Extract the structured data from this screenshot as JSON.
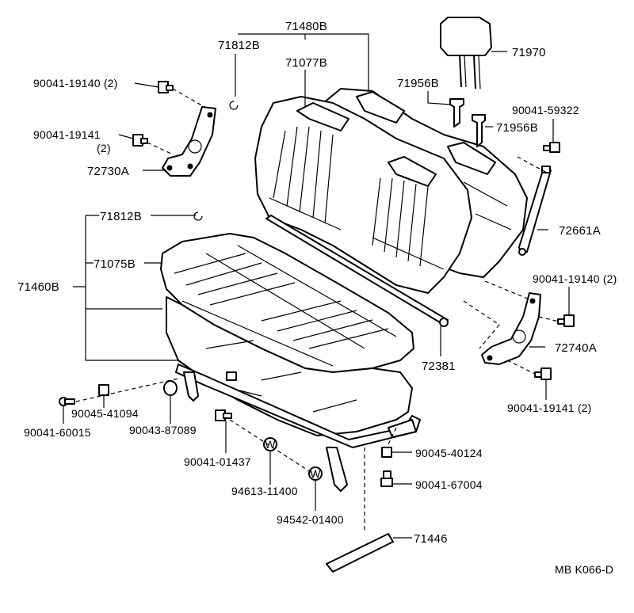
{
  "diagram": {
    "code": "MB K066-D",
    "labels": {
      "l71480B": "71480B",
      "l71812B_top": "71812B",
      "l71077B": "71077B",
      "l71970": "71970",
      "l71956B_a": "71956B",
      "l71956B_b": "71956B",
      "l90041_59322": "90041-59322",
      "l90041_19140_left": "90041-19140 (2)",
      "l90041_19141_left": "90041-19141",
      "l90041_19141_left_qty": "(2)",
      "l72730A": "72730A",
      "l71812B_mid": "71812B",
      "l71075B": "71075B",
      "l71460B": "71460B",
      "l72661A": "72661A",
      "l90041_19140_right": "90041-19140 (2)",
      "l72740A": "72740A",
      "l72381": "72381",
      "l90041_19141_right": "90041-19141 (2)",
      "l90045_41094": "90045-41094",
      "l90041_60015": "90041-60015",
      "l90043_87089": "90043-87089",
      "l90041_01437": "90041-01437",
      "l90045_40124": "90045-40124",
      "l90041_67004": "90041-67004",
      "l94613_11400": "94613-11400",
      "l94542_01400": "94542-01400",
      "l71446": "71446",
      "washer_mark": "W"
    }
  }
}
